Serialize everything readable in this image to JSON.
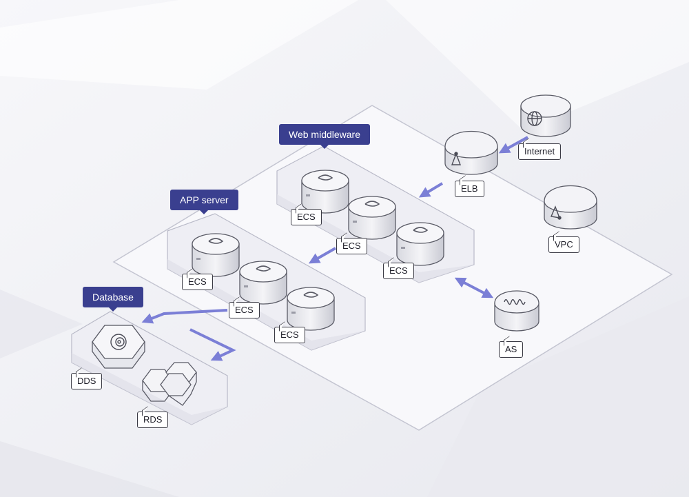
{
  "colors": {
    "header_bg": "#3a3f8f",
    "arrow": "#7b7fd6",
    "platform_fill": "#f7f7fa",
    "platform_stroke": "#c7c7d3",
    "cloud_fill": "#e3e4ea"
  },
  "groups": {
    "web_middleware": "Web middleware",
    "app_server": "APP server",
    "database": "Database"
  },
  "nodes": {
    "internet": {
      "label": "Internet",
      "icon": "globe-icon"
    },
    "elb": {
      "label": "ELB",
      "icon": "load-balancer-icon"
    },
    "vpc": {
      "label": "VPC",
      "icon": "network-triangle-icon"
    },
    "as": {
      "label": "AS",
      "icon": "auto-scaling-icon"
    },
    "ecs_web_1": {
      "label": "ECS",
      "icon": "server-icon"
    },
    "ecs_web_2": {
      "label": "ECS",
      "icon": "server-icon"
    },
    "ecs_web_3": {
      "label": "ECS",
      "icon": "server-icon"
    },
    "ecs_app_1": {
      "label": "ECS",
      "icon": "server-icon"
    },
    "ecs_app_2": {
      "label": "ECS",
      "icon": "server-icon"
    },
    "ecs_app_3": {
      "label": "ECS",
      "icon": "server-icon"
    },
    "dds": {
      "label": "DDS",
      "icon": "swirl-icon"
    },
    "rds": {
      "label": "RDS",
      "icon": "hexagon-cluster-icon"
    }
  }
}
